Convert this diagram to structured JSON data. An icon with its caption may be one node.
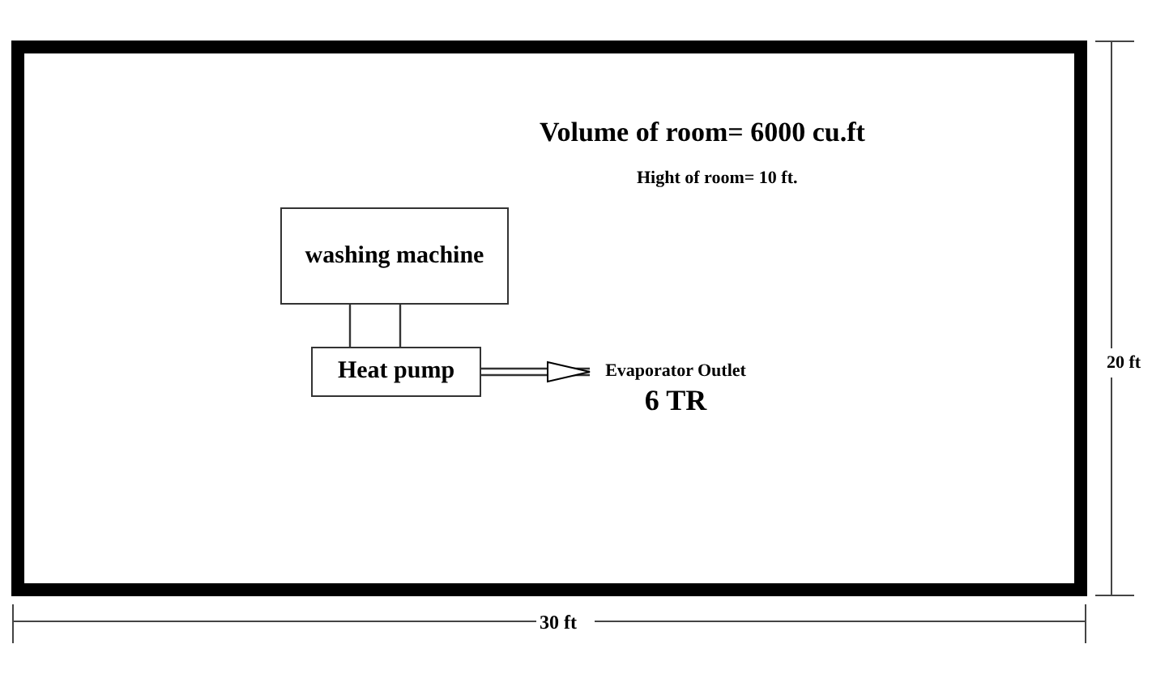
{
  "diagram": {
    "nodes": [
      {
        "text": [
          "Volume of room= 6000 cu.ft",
          "Hight of room= 10 ft."
        ]
      },
      {
        "text": [
          "washing machine"
        ],
        "in": 0
      },
      {
        "text": [
          "Heat pump"
        ],
        "in": 0
      },
      {
        "text": [
          "Evaporator Outlet",
          "6 TR"
        ],
        "in": 0
      }
    ],
    "edges": [
      {
        "from": 1,
        "to": 2,
        "arrow": "none"
      },
      {
        "from": 1,
        "to": 2,
        "arrow": "none"
      },
      {
        "from": 2,
        "to": 3,
        "arrow": "to"
      }
    ],
    "labels": [
      "20 ft",
      "30 ft"
    ]
  }
}
